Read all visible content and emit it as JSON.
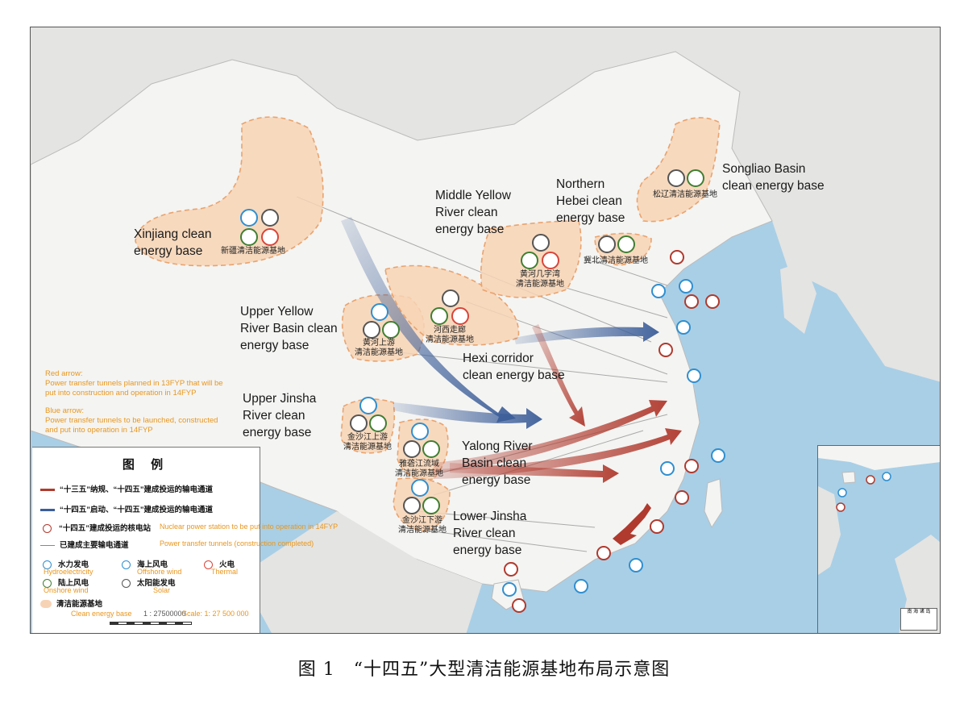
{
  "regions": [
    {
      "id": "xinjiang",
      "en": "Xinjiang clean\nenergy base",
      "cn": "新疆清洁能源基地"
    },
    {
      "id": "upper-yellow",
      "en": "Upper Yellow\nRiver Basin clean\nenergy base",
      "cn": "黄河上游\n清洁能源基地"
    },
    {
      "id": "hexi",
      "en": "Hexi corridor\nclean energy base",
      "cn": "河西走廊\n清洁能源基地"
    },
    {
      "id": "middle-yellow",
      "en": "Middle Yellow\nRiver clean\nenergy base",
      "cn": "黄河几字湾\n清洁能源基地"
    },
    {
      "id": "northern-hebei",
      "en": "Northern\nHebei clean\nenergy base",
      "cn": "冀北清洁能源基地"
    },
    {
      "id": "songliao",
      "en": "Songliao Basin\nclean energy base",
      "cn": "松辽清洁能源基地"
    },
    {
      "id": "upper-jinsha",
      "en": "Upper Jinsha\nRiver clean\nenergy base",
      "cn": "金沙江上游\n清洁能源基地"
    },
    {
      "id": "yalong",
      "en": "Yalong River\nBasin clean\nenergy base",
      "cn": "雅砻江流域\n清洁能源基地"
    },
    {
      "id": "lower-jinsha",
      "en": "Lower Jinsha\nRiver clean\nenergy base",
      "cn": "金沙江下游\n清洁能源基地"
    }
  ],
  "side_notes": {
    "red_arrow": "Red arrow:\nPower transfer tunnels planned in 13FYP that will be\nput into construction and operation in 14FYP",
    "blue_arrow": "Blue arrow:\nPower transfer tunnels to be launched, constructed\nand put into operation in 14FYP"
  },
  "legend": {
    "title": "图 例",
    "rows": [
      {
        "cn": "“十三五”纳规、“十四五”建成投运的输电通道",
        "en": "",
        "color": "#b03a2e"
      },
      {
        "cn": "“十四五”启动、“十四五”建成投运的输电通道",
        "en": "",
        "color": "#3b5d99"
      },
      {
        "cn": "“十四五”建成投运的核电站",
        "en": "Nuclear power station to be put into operation in 14FYP"
      },
      {
        "cn": "已建成主要输电通道",
        "en": "Power transfer tunnels (construction completed)"
      }
    ],
    "types": {
      "hydro_cn": "水力发电",
      "hydro_en": "Hydroelectricity",
      "offshore_cn": "海上风电",
      "offshore_en": "Offshore wind",
      "thermal_cn": "火电",
      "thermal_en": "Thermal",
      "onshore_cn": "陆上风电",
      "onshore_en": "Onshore wind",
      "solar_cn": "太阳能发电",
      "solar_en": "Solar",
      "base_cn": "清洁能源基地",
      "base_en": "Clean energy base"
    },
    "scale_cn": "1 : 27500000",
    "scale_en": "Scale: 1: 27 500 000"
  },
  "inset": {
    "title": "南 海 诸 岛"
  },
  "caption": "图 1　“十四五”大型清洁能源基地布局示意图",
  "colors": {
    "sea": "#a9cfe6",
    "land": "#f4f4f2",
    "base": "#f7d3b5",
    "red_arrow": "#b03a2e",
    "blue_arrow": "#3b5d99",
    "hydro": "#2f8fd0",
    "wind": "#3f7f32",
    "thermal": "#d8453a",
    "solar": "#555555"
  }
}
